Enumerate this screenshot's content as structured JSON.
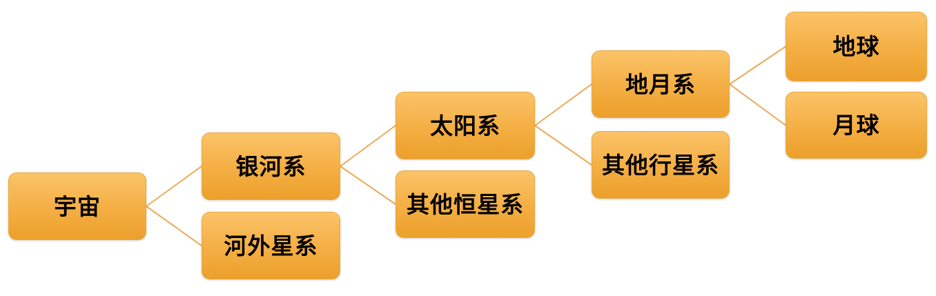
{
  "nodes": [
    {
      "id": "universe",
      "label": "宇宙"
    },
    {
      "id": "milky-way",
      "label": "银河系"
    },
    {
      "id": "extragalactic-systems",
      "label": "河外星系"
    },
    {
      "id": "solar-system",
      "label": "太阳系"
    },
    {
      "id": "other-star-systems",
      "label": "其他恒星系"
    },
    {
      "id": "earth-moon-system",
      "label": "地月系"
    },
    {
      "id": "other-planetary-systems",
      "label": "其他行星系"
    },
    {
      "id": "earth",
      "label": "地球"
    },
    {
      "id": "moon",
      "label": "月球"
    }
  ],
  "edges": [
    {
      "from": "universe",
      "to": "milky-way"
    },
    {
      "from": "universe",
      "to": "extragalactic-systems"
    },
    {
      "from": "milky-way",
      "to": "solar-system"
    },
    {
      "from": "milky-way",
      "to": "other-star-systems"
    },
    {
      "from": "solar-system",
      "to": "earth-moon-system"
    },
    {
      "from": "solar-system",
      "to": "other-planetary-systems"
    },
    {
      "from": "earth-moon-system",
      "to": "earth"
    },
    {
      "from": "earth-moon-system",
      "to": "moon"
    }
  ],
  "colors": {
    "node_fill_top": "#FBC368",
    "node_fill_mid": "#F4AE43",
    "node_fill_bottom": "#ECA02C",
    "node_border": "#E9A93F",
    "connector": "#EAAB55",
    "text": "#000000",
    "background": "#FFFFFF"
  }
}
